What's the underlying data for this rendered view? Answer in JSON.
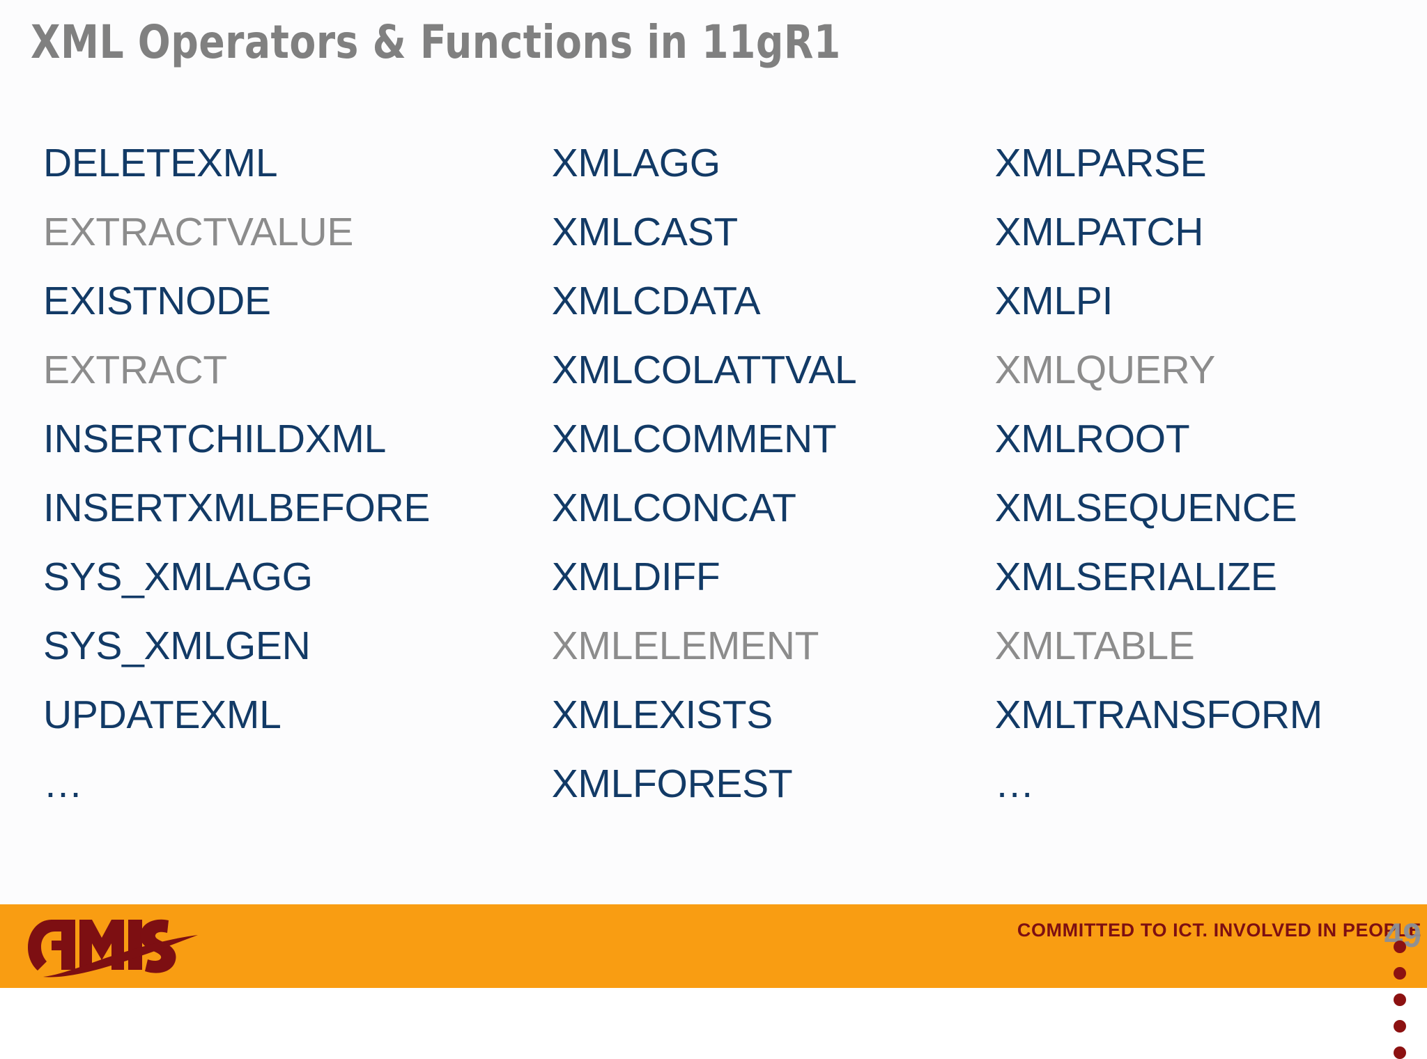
{
  "slide": {
    "title": "XML Operators & Functions in 11gR1",
    "title_color": "#808080",
    "background_color": "#fcfcfd",
    "accent_color": "#123a66",
    "muted_color": "#8c8c8c"
  },
  "columns": [
    {
      "name": "column-1",
      "items": [
        {
          "label": "DELETEXML",
          "style": "normal"
        },
        {
          "label": "EXTRACTVALUE",
          "style": "muted"
        },
        {
          "label": "EXISTNODE",
          "style": "normal"
        },
        {
          "label": "EXTRACT",
          "style": "muted"
        },
        {
          "label": "INSERTCHILDXML",
          "style": "normal"
        },
        {
          "label": "INSERTXMLBEFORE",
          "style": "normal"
        },
        {
          "label": "SYS_XMLAGG",
          "style": "normal"
        },
        {
          "label": "SYS_XMLGEN",
          "style": "normal"
        },
        {
          "label": "UPDATEXML",
          "style": "normal"
        },
        {
          "label": "…",
          "style": "ellipsis"
        }
      ]
    },
    {
      "name": "column-2",
      "items": [
        {
          "label": "XMLAGG",
          "style": "normal"
        },
        {
          "label": "XMLCAST",
          "style": "normal"
        },
        {
          "label": "XMLCDATA",
          "style": "normal"
        },
        {
          "label": "XMLCOLATTVAL",
          "style": "normal"
        },
        {
          "label": "XMLCOMMENT",
          "style": "normal"
        },
        {
          "label": "XMLCONCAT",
          "style": "normal"
        },
        {
          "label": "XMLDIFF",
          "style": "normal"
        },
        {
          "label": "XMLELEMENT",
          "style": "muted"
        },
        {
          "label": "XMLEXISTS",
          "style": "normal"
        },
        {
          "label": "XMLFOREST",
          "style": "normal"
        }
      ]
    },
    {
      "name": "column-3",
      "items": [
        {
          "label": "XMLPARSE",
          "style": "normal"
        },
        {
          "label": "XMLPATCH",
          "style": "normal"
        },
        {
          "label": "XMLPI",
          "style": "normal"
        },
        {
          "label": "XMLQUERY",
          "style": "muted"
        },
        {
          "label": "XMLROOT",
          "style": "normal"
        },
        {
          "label": "XMLSEQUENCE",
          "style": "normal"
        },
        {
          "label": "XMLSERIALIZE",
          "style": "normal"
        },
        {
          "label": "XMLTABLE",
          "style": "muted"
        },
        {
          "label": "XMLTRANSFORM",
          "style": "normal"
        },
        {
          "label": "…",
          "style": "ellipsis"
        }
      ]
    }
  ],
  "footer": {
    "logo_name": "amis-logo",
    "logo_text": "AMIS",
    "tagline": "COMMITTED TO ICT. INVOLVED IN PEOPLE",
    "page_number": "49",
    "bar_color": "#f99d12",
    "text_color": "#7d0f12",
    "page_number_color": "#8b9099",
    "dot_count": 5,
    "dot_color": "#8c1111"
  }
}
